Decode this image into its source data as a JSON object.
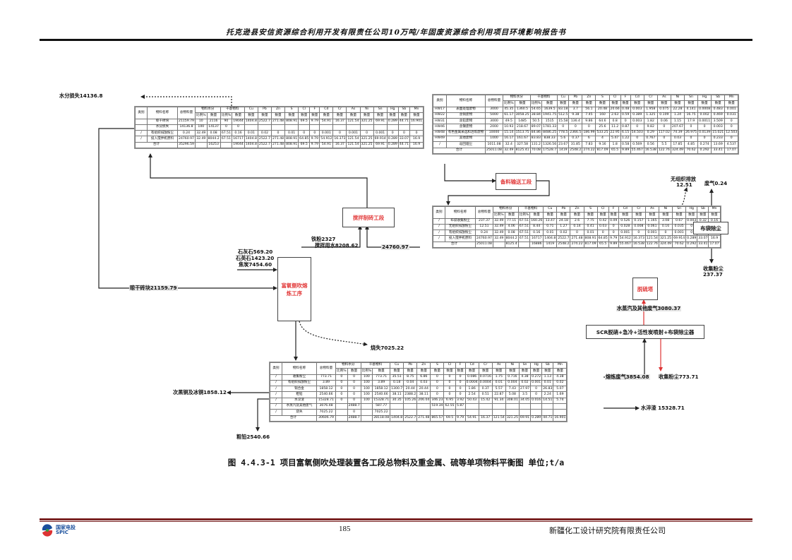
{
  "header": {
    "title": "托克逊县安信资源综合利用开发有限责任公司10万吨/年固废资源综合利用项目环境影响报告书"
  },
  "columns": {
    "category": "类别",
    "name": "物料名称",
    "total": "总物料量",
    "moisture": "物料水分",
    "dry": "干基物料",
    "ratio": "比例%",
    "amount": "数量",
    "elements": [
      "Cu",
      "Pb",
      "Zn",
      "S",
      "Cl",
      "F",
      "Cd",
      "Cr",
      "As",
      "Ni",
      "Sn",
      "Hg",
      "Sb",
      "Mn"
    ]
  },
  "tables": {
    "brick": {
      "rows": [
        [
          "",
          "晾干砖块",
          "21159.79",
          "10",
          "2116",
          "90",
          "19044",
          "1404.8",
          "2522.7",
          "271.48",
          "808.91",
          "69.5",
          "9.79",
          "54.91",
          "16.37",
          "121.54",
          "321.25",
          "69.91",
          "0.289",
          "44.71",
          "16.901"
        ],
        [
          "",
          "水分损失",
          "14136.8",
          "100",
          "14137",
          "0",
          "0",
          "",
          "",
          "",
          "",
          "",
          "",
          "",
          "",
          "",
          "",
          "",
          "",
          "",
          ""
        ],
        [
          "/",
          "有组织排放粉尘",
          "0.24",
          "32.49",
          "0.08",
          "67.51",
          "0.16",
          "0.01",
          "0.02",
          "0",
          "0.01",
          "0",
          "0",
          "0.001",
          "0",
          "0.001",
          "0",
          "0.001",
          "0",
          "0",
          "0"
        ],
        [
          "/",
          "投入搅拌机原料",
          "24760.97",
          "32.49",
          "8044.2",
          "67.51",
          "16717",
          "1404.8",
          "2522.7",
          "271.48",
          "808.91",
          "64.85",
          "9.79",
          "54.912",
          "16.373",
          "121.54",
          "321.25",
          "69.914",
          "0.289",
          "33.07",
          "16.9"
        ]
      ],
      "total": [
        "合计",
        "35296.59",
        "",
        "16253",
        "",
        "19044",
        "1404.8",
        "2522.7",
        "271.48",
        "808.91",
        "69.5",
        "9.79",
        "54.91",
        "16.37",
        "121.54",
        "321.25",
        "69.91",
        "0.289",
        "44.71",
        "16.9"
      ]
    },
    "raw": {
      "rows": [
        [
          "HW17",
          "表面处理废物",
          "3000",
          "45.35",
          "1360.5",
          "54.65",
          "1639.5",
          "83.18",
          "3.7",
          "56.1",
          "20.48",
          "20.66",
          "0.48",
          "0.003",
          "1.958",
          "0.075",
          "22.28",
          "4.141",
          "0.0008",
          "0.483",
          "0.001"
        ],
        [
          "HW22",
          "含铜废物",
          "5000",
          "61.17",
          "3058.25",
          "38.84",
          "1941.75",
          "512.5",
          "9.38",
          "7.45",
          "160",
          "2.63",
          "0.59",
          "0.389",
          "1.325",
          "0.109",
          "1.24",
          "16.75",
          "0.002",
          "0.469",
          "0.031"
        ],
        [
          "HW31",
          "含铅废物",
          "3000",
          "49.5",
          "1485",
          "50.5",
          "1515",
          "15.58",
          "136.4",
          "9.86",
          "64.6",
          "0.8",
          "0",
          "0.003",
          "1.82",
          "0.06",
          "1.15",
          "17.9",
          "0.0011",
          "3.509",
          "0"
        ],
        [
          "HW46",
          "含镍废物",
          "2000",
          "10.93",
          "218.67",
          "89.07",
          "1781.33",
          "0",
          "0",
          "0",
          "25.6",
          "11.2",
          "0.87",
          "0",
          "9.82",
          "0",
          "207.67",
          "0",
          "0",
          "0.003",
          "0"
        ],
        [
          "HW48",
          "有色金属采选和冶炼废物",
          "10000",
          "15.14",
          "1513.75",
          "84.86",
          "8486.25",
          "778.5",
          "2366.5",
          "186.99",
          "533.25",
          "22.95",
          "6.15",
          "54.503",
          "0.29",
          "117.02",
          "74.39",
          "26.975",
          "0.0139",
          "15.021",
          "12.503"
        ],
        [
          "HW49",
          "其他废物",
          "1000",
          "16.17",
          "161.67",
          "83.83",
          "838.33",
          "5.6",
          "0.37",
          "6",
          "4",
          "5.47",
          "1.22",
          "0",
          "0.767",
          "0",
          "0.03",
          "0",
          "0",
          "0.233",
          "0"
        ],
        [
          "/",
          "返回烟尘",
          "1011.08",
          "32.4",
          "327.58",
          "131.2",
          "1326.56",
          "23.67",
          "31.85",
          "7.83",
          "9.16",
          "1.8",
          "0.58",
          "0.569",
          "0.56",
          "5.5",
          "17.85",
          "4.85",
          "0.274",
          "13.69",
          "4.537"
        ]
      ],
      "total": [
        "合计",
        "25011.08",
        "32.49",
        "8125.41",
        "70.08",
        "17528.7",
        "1419",
        "2548.2",
        "274.22",
        "817.09",
        "65.5",
        "9.89",
        "55.467",
        "16.538",
        "122.76",
        "324.49",
        "70.62",
        "0.292",
        "33.41",
        "17.07"
      ]
    },
    "mix": {
      "rows": [
        [
          "/",
          "布袋收集粉尘",
          "237.37",
          "32.49",
          "77.11",
          "67.51",
          "160.26",
          "13.47",
          "24.18",
          "2.6",
          "7.75",
          "0.42",
          "0.09",
          "0.526",
          "0.157",
          "1.165",
          "3.08",
          "0.67",
          "0.003",
          "0.32",
          "0.16"
        ],
        [
          "/",
          "无组织排放粉尘",
          "12.51",
          "32.49",
          "4.06",
          "67.51",
          "8.44",
          "0.71",
          "1.27",
          "0.14",
          "0.41",
          "0.03",
          "0",
          "0.028",
          "0.008",
          "0.061",
          "0.16",
          "0.035",
          "0",
          "0.02",
          "0.009"
        ],
        [
          "/",
          "有组织排放粉尘",
          "0.24",
          "32.49",
          "0.08",
          "67.51",
          "0.16",
          "0.01",
          "0.02",
          "0",
          "0.01",
          "0",
          "0",
          "0.001",
          "0",
          "0.001",
          "0",
          "0.001",
          "0",
          "0",
          "0"
        ],
        [
          "/",
          "投入搅拌机原料",
          "24760.97",
          "32.49",
          "8044.2",
          "67.51",
          "16717",
          "1404.8",
          "2522.7",
          "271.48",
          "808.91",
          "64.85",
          "9.79",
          "54.912",
          "16.373",
          "121.54",
          "321.25",
          "69.914",
          "0.289",
          "33.07",
          "16.9"
        ]
      ],
      "total": [
        "合计",
        "25011.08",
        "",
        "8125.4",
        "",
        "16886",
        "1419",
        "2548.2",
        "274.22",
        "817.09",
        "65.5",
        "9.89",
        "55.467",
        "16.538",
        "122.76",
        "324.49",
        "70.62",
        "0.292",
        "33.41",
        "17.07"
      ]
    },
    "smelt": {
      "rows": [
        [
          "/",
          "收集粉尘",
          "773.71",
          "0",
          "0",
          "100",
          "773.71",
          "35.51",
          "8.75",
          "6.86",
          "0",
          "0",
          "0",
          "0.086",
          "0.0716",
          "1.75",
          "0.716",
          "4.38",
          "0.272",
          "1.13",
          "4.38"
        ],
        [
          "/",
          "有组织排放粉尘",
          "3.89",
          "0",
          "0",
          "100",
          "3.89",
          "0.18",
          "0.04",
          "0.03",
          "0",
          "0",
          "0",
          "0.0004",
          "0.0004",
          "0.01",
          "0.004",
          "0.02",
          "0.001",
          "0.01",
          "0.02"
        ],
        [
          "/",
          "铜合金",
          "1858.12",
          "0",
          "0",
          "100",
          "1858.12",
          "1300.7",
          "20.44",
          "20.44",
          "0",
          "0",
          "0",
          "1.86",
          "0.37",
          "5.57",
          "7.43",
          "27.97",
          "0",
          "26.83",
          "5.07"
        ],
        [
          "/",
          "粗铅",
          "2540.66",
          "0",
          "0",
          "100",
          "2540.66",
          "38.11",
          "2388.2",
          "38.11",
          "0",
          "0",
          "0",
          "2.54",
          "0.51",
          "22.87",
          "5.08",
          "3.5",
          "0",
          "2.24",
          "1.69"
        ],
        [
          "/",
          "水淬渣",
          "15328.71",
          "0",
          "0",
          "100",
          "15328.71",
          "30.35",
          "105.26",
          "206.04",
          "346.23",
          "6.95",
          "3.92",
          "50.43",
          "15.42",
          "91.34",
          "308.01",
          "34.05",
          "0.016",
          "14.51",
          "5.74"
        ],
        [
          "/",
          "水蒸汽及其他废气",
          "3076.48",
          "",
          "2488.7",
          "",
          "587.77",
          "",
          "",
          "",
          "519.34",
          "62.55",
          "5.87",
          "",
          "",
          "",
          "",
          "",
          "",
          "",
          ""
        ],
        [
          "/",
          "烧失",
          "7025.22",
          "",
          "0",
          "",
          "7025.22",
          "",
          "",
          "",
          "",
          "",
          "",
          "",
          "",
          "",
          "",
          "",
          "",
          "",
          ""
        ]
      ],
      "total": [
        "合计",
        "30606.79",
        "",
        "2488.7",
        "",
        "28118.08",
        "1404.8",
        "2522.7",
        "271.48",
        "865.57",
        "69.5",
        "9.79",
        "54.91",
        "16.37",
        "121.54",
        "321.25",
        "69.91",
        "0.289",
        "44.71",
        "16.901"
      ]
    }
  },
  "process_boxes": {
    "feed": "备料输送工段",
    "mix": "搅拌制砖工段",
    "smelt": "富氧侧吹熔炼工序",
    "baghouse": "布袋除尘",
    "scr": "SCR脱硝+急冷+活性炭喷射+布袋除尘器",
    "desulf": "脱硫塔"
  },
  "flow_labels": {
    "water_loss": "水分损失14136.8",
    "iron_powder": "铁粉2327",
    "mix_water": "搅拌用水8208.62",
    "to_mixer": "24760.97",
    "limestone": "石灰石569.20",
    "quartz": "石英石1423.20",
    "coke": "焦炭7454.60",
    "dried_brick": "晾干砖块21159.79",
    "ignition_loss": "烧失7025.22",
    "fugitive_title": "无组织排放",
    "fugitive_value": "12.51",
    "exhaust": "废气0.24",
    "collected_dust_title": "收集粉尘",
    "collected_dust_value": "237.37",
    "vapor_gas": "水蒸汽及其他废气3080.37",
    "smelt_gas": "熔炼废气3854.08",
    "collected_dust2": "收集粉尘773.71",
    "copper_alloy": "次黑铜及冰铜1858.12",
    "crude_lead": "粗铅2540.66",
    "slag": "水淬渣 15328.71"
  },
  "caption": "图 4.4.3-1   项目富氧侧吹处理装置各工段总物料及重金属、硫等单项物料平衡图 单位;t/a",
  "footer": {
    "logo_cn": "国家电投",
    "logo_en": "SPIC",
    "page_number": "185",
    "company": "新疆化工设计研究院有限责任公司"
  },
  "colors": {
    "process_red": "#e23a3a",
    "footer_rule": "#7a2222"
  }
}
